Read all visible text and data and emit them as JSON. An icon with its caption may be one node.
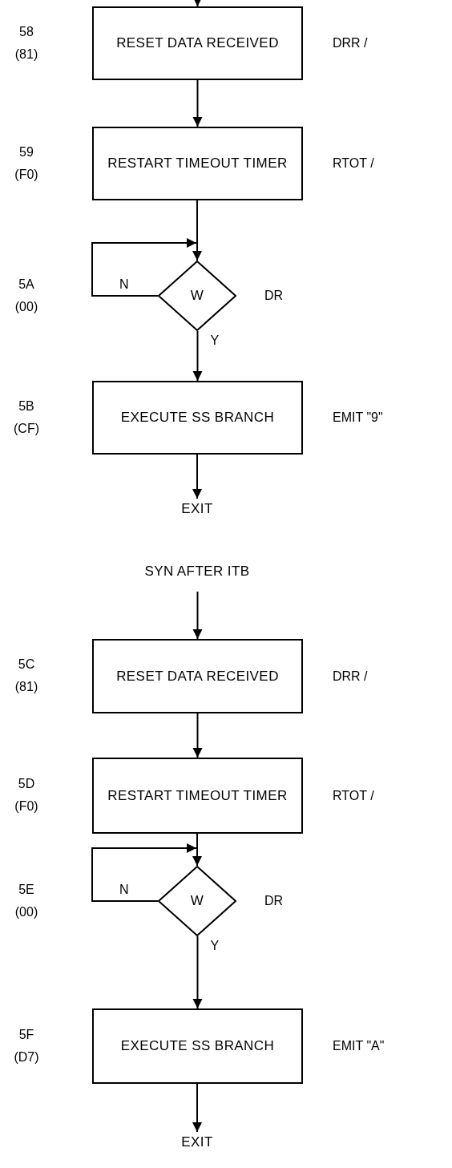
{
  "diagram": {
    "nodes": [
      {
        "text": [
          "RESET DATA RECEIVED"
        ],
        "beside": [
          "DRR /"
        ]
      },
      {
        "text": [
          "RESTART TIMEOUT TIMER"
        ],
        "beside": [
          "RTOT /"
        ]
      },
      {
        "text": [
          "W"
        ],
        "beside": [
          "DR"
        ]
      },
      {
        "text": [
          "EXECUTE SS BRANCH"
        ],
        "beside": [
          "EMIT \"9\""
        ]
      },
      {
        "text": [
          "EXIT"
        ]
      },
      {
        "text": [
          "SYN AFTER ITB"
        ]
      },
      {
        "text": [
          "RESET DATA RECEIVED"
        ],
        "beside": [
          "DRR /"
        ]
      },
      {
        "text": [
          "RESTART TIMEOUT TIMER"
        ],
        "beside": [
          "RTOT /"
        ]
      },
      {
        "text": [
          "W"
        ],
        "beside": [
          "DR"
        ]
      },
      {
        "text": [
          "EXECUTE SS BRANCH"
        ],
        "beside": [
          "EMIT \"A\""
        ]
      },
      {
        "text": [
          "EXIT"
        ]
      }
    ],
    "edges": [
      {
        "from": null,
        "to": 0,
        "arrow": "to"
      },
      {
        "from": 0,
        "to": 1,
        "arrow": "to"
      },
      {
        "from": 1,
        "to": 2,
        "arrow": "to"
      },
      {
        "from": 2,
        "to": 2,
        "arrow": "to",
        "label": "N"
      },
      {
        "from": 2,
        "to": 3,
        "arrow": "to",
        "label": "Y"
      },
      {
        "from": 3,
        "to": 4,
        "arrow": "to"
      },
      {
        "from": 5,
        "to": 6,
        "arrow": "to"
      },
      {
        "from": 6,
        "to": 7,
        "arrow": "to"
      },
      {
        "from": 7,
        "to": 8,
        "arrow": "to"
      },
      {
        "from": 8,
        "to": 8,
        "arrow": "to",
        "label": "N"
      },
      {
        "from": 8,
        "to": 9,
        "arrow": "to",
        "label": "Y"
      },
      {
        "from": 9,
        "to": 10,
        "arrow": "to"
      }
    ],
    "labels": [
      "58 (81)",
      "59 (F0)",
      "5A (00)",
      "5B (CF)",
      "5C (81)",
      "5D (F0)",
      "5E (00)",
      "5F (D7)"
    ]
  }
}
